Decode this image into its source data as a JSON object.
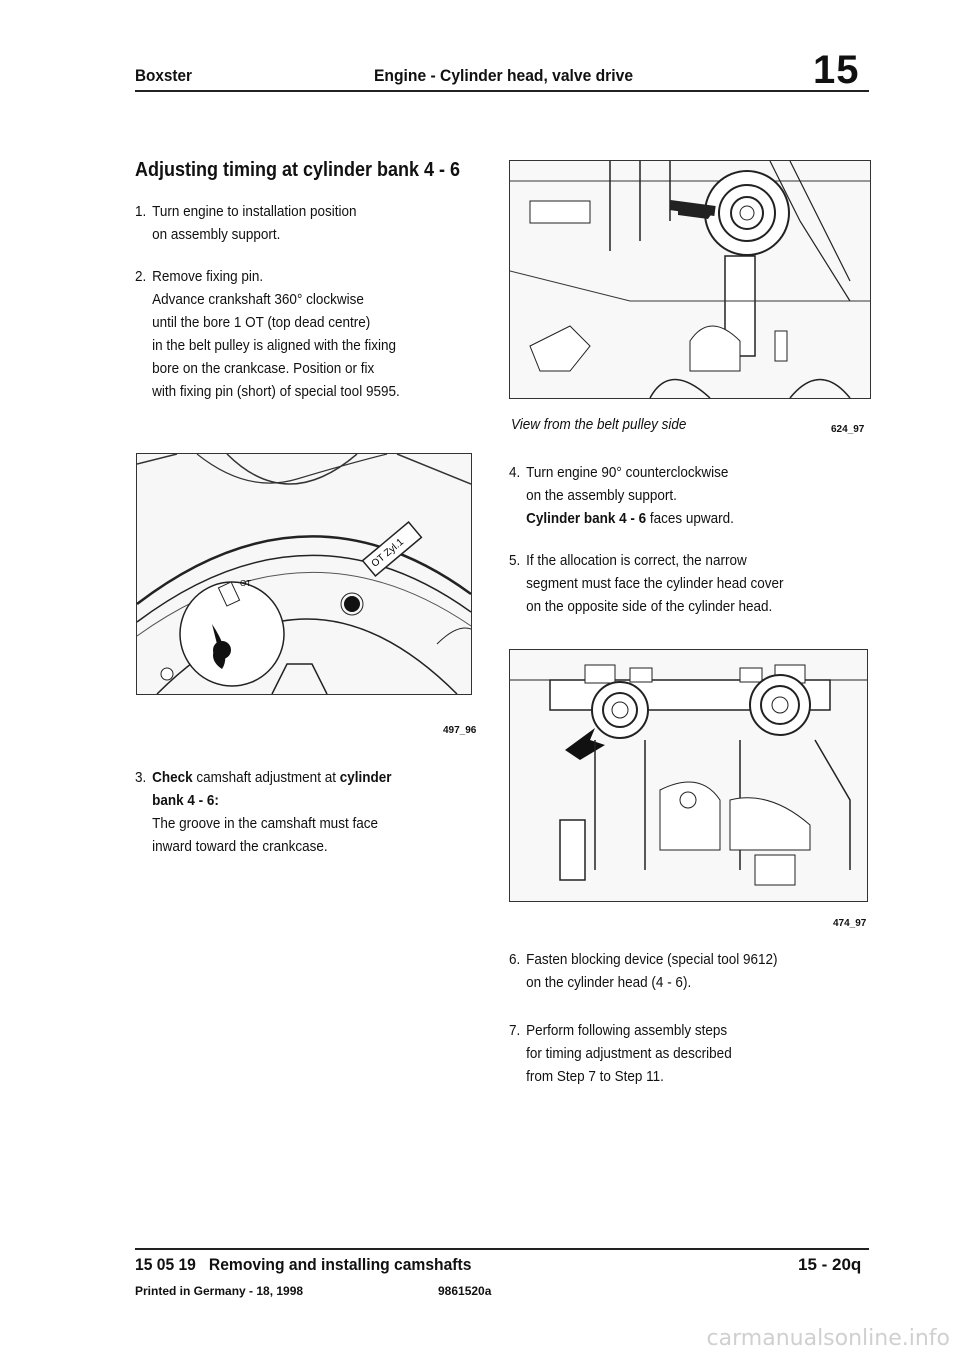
{
  "header": {
    "model": "Boxster",
    "title": "Engine - Cylinder head, valve drive",
    "chapter": "15"
  },
  "section_title": "Adjusting timing at cylinder bank 4 - 6",
  "steps": {
    "s1": {
      "num": "1.",
      "l1": "Turn engine to installation position",
      "l2": "on assembly support."
    },
    "s2": {
      "num": "2.",
      "l1": "Remove fixing pin.",
      "l2": "Advance crankshaft 360° clockwise",
      "l3": "until the bore 1 OT (top dead centre)",
      "l4": "in the belt pulley is aligned with the fixing",
      "l5": "bore on the crankcase. Position or fix",
      "l6": "with fixing pin (short) of special tool 9595."
    },
    "s3": {
      "num": "3.",
      "check": "Check",
      "l1_mid": "camshaft adjustment at",
      "l1_bold": "cylinder",
      "l2_bold": "bank 4 - 6:",
      "l3": "The groove in the camshaft must face",
      "l4": "inward toward the crankcase."
    },
    "s4": {
      "num": "4.",
      "l1": "Turn engine 90° counterclockwise",
      "l2": "on the assembly support.",
      "l3_bold": "Cylinder bank 4 - 6",
      "l3_rest": "faces upward."
    },
    "s5": {
      "num": "5.",
      "l1": "If the allocation is correct, the narrow",
      "l2": "segment must face the cylinder head cover",
      "l3": "on the opposite side of the cylinder head."
    },
    "s6": {
      "num": "6.",
      "l1": "Fasten blocking device (special tool 9612)",
      "l2": "on the cylinder head (4 - 6)."
    },
    "s7": {
      "num": "7.",
      "l1": "Perform following assembly steps",
      "l2": "for timing adjustment as described",
      "l3": "from Step 7 to Step 11."
    }
  },
  "figures": {
    "fig1": {
      "code": "497_96",
      "label_ot": "OT",
      "label_tag": "OT Zyl.1"
    },
    "fig2": {
      "code": "624_97",
      "caption": "View from the belt pulley side"
    },
    "fig3": {
      "code": "474_97"
    }
  },
  "footer": {
    "section_code": "15 05 19",
    "section_title": "Removing and installing camshafts",
    "page": "15 - 20q",
    "printed": "Printed in Germany - 18, 1998",
    "part_no": "9861520a"
  },
  "watermark": "carmanualsonline.info"
}
